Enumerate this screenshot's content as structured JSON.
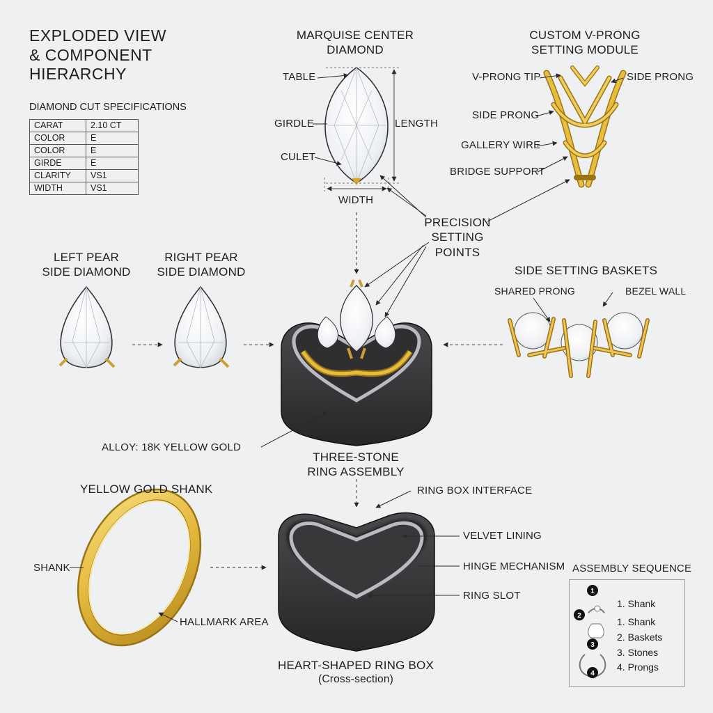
{
  "title": "EXPLODED VIEW\n& COMPONENT\nHIERARCHY",
  "spec": {
    "title": "DIAMOND CUT SPECIFICATIONS",
    "rows": [
      {
        "key": "CARAT",
        "value": "2.10 CT"
      },
      {
        "key": "COLOR",
        "value": "E"
      },
      {
        "key": "COLOR",
        "value": "E"
      },
      {
        "key": "GIRDE",
        "value": "E"
      },
      {
        "key": "CLARITY",
        "value": "VS1"
      },
      {
        "key": "WIDTH",
        "value": "VS1"
      }
    ]
  },
  "center": {
    "title": "MARQUISE CENTER\nDIAMOND",
    "table": "TABLE",
    "girdle": "GIRDLE",
    "culet": "CULET",
    "length": "LENGTH",
    "width": "WIDTH"
  },
  "vprong": {
    "title": "CUSTOM V-PRONG\nSETTING MODULE",
    "tip": "V-PRONG TIP",
    "side1": "SIDE PRONG",
    "side2": "SIDE PRONG",
    "gallery": "GALLERY WIRE",
    "bridge": "BRIDGE SUPPORT"
  },
  "precision": "PRECISION\nSETTING\nPOINTS",
  "left_pear": "LEFT PEAR\nSIDE DIAMOND",
  "right_pear": "RIGHT PEAR\nSIDE DIAMOND",
  "baskets": {
    "title": "SIDE SETTING BASKETS",
    "shared": "SHARED PRONG",
    "bezel": "BEZEL WALL"
  },
  "alloy": "ALLOY: 18K YELLOW GOLD",
  "assembly": "THREE-STONE\nRING ASSEMBLY",
  "shank": {
    "title": "YELLOW GOLD SHANK",
    "shank": "SHANK",
    "hallmark": "HALLMARK AREA"
  },
  "box": {
    "interface": "RING BOX INTERFACE",
    "velvet": "VELVET LINING",
    "hinge": "HINGE MECHANISM",
    "slot": "RING SLOT",
    "title": "HEART-SHAPED RING BOX",
    "subtitle": "(Cross-section)"
  },
  "sequence": {
    "title": "ASSEMBLY SEQUENCE",
    "items": [
      "1. Shank",
      "1. Shank",
      "2. Baskets",
      "3. Stones",
      "4. Prongs"
    ],
    "badges": [
      "1",
      "2",
      "3",
      "4"
    ]
  },
  "colors": {
    "gold": "#e2b63a",
    "gold_dark": "#9a7414",
    "box": "#3a3a3c",
    "diamond": "#f4f5f7",
    "background": "#eef0f2"
  }
}
